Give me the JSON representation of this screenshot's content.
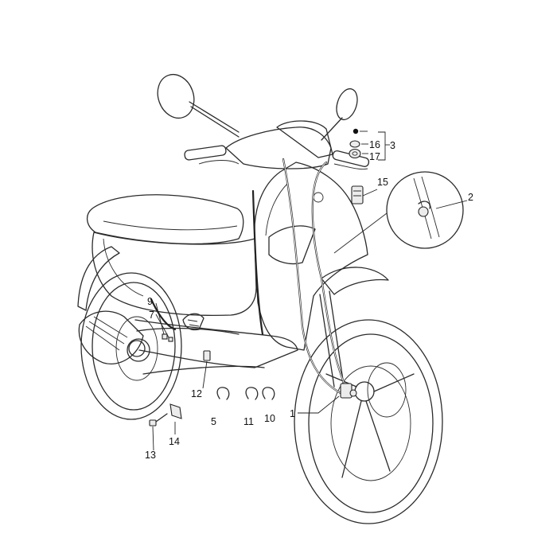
{
  "callouts": [
    {
      "id": "c1",
      "text": "1"
    },
    {
      "id": "c2",
      "text": "2"
    },
    {
      "id": "c3",
      "text": "3"
    },
    {
      "id": "c5",
      "text": "5"
    },
    {
      "id": "c7",
      "text": "7"
    },
    {
      "id": "c9",
      "text": "9"
    },
    {
      "id": "c10",
      "text": "10"
    },
    {
      "id": "c11",
      "text": "11"
    },
    {
      "id": "c12",
      "text": "12"
    },
    {
      "id": "c13",
      "text": "13"
    },
    {
      "id": "c14",
      "text": "14"
    },
    {
      "id": "c15",
      "text": "15"
    },
    {
      "id": "c16",
      "text": "16"
    },
    {
      "id": "c17",
      "text": "17"
    }
  ]
}
